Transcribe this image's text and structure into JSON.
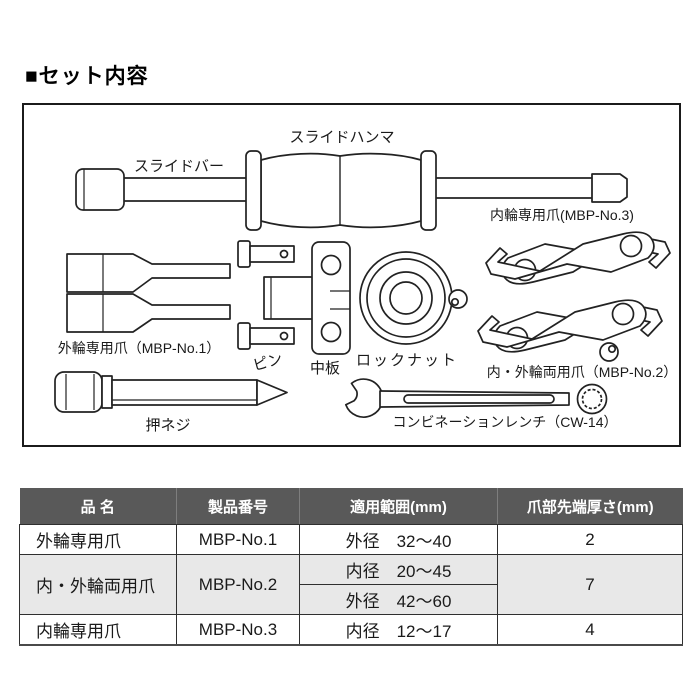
{
  "page": {
    "title": "■セット内容"
  },
  "colors": {
    "header_bg": "#595959",
    "header_text": "#ffffff",
    "row_alt_bg": "#e8e8e8",
    "line_color": "#222222"
  },
  "diagram": {
    "labels": {
      "slide_bar": "スライドバー",
      "slide_hammer": "スライドハンマ",
      "inner_claw": "内輪専用爪(MBP-No.3)",
      "outer_claw": "外輪専用爪（MBP-No.1）",
      "pin": "ピン",
      "middle_plate": "中板",
      "lock_nut": "ロックナット",
      "both_claw": "内・外輪両用爪（MBP-No.2）",
      "push_screw": "押ネジ",
      "wrench": "コンビネーションレンチ（CW-14）"
    }
  },
  "table": {
    "headers": [
      "品 名",
      "製品番号",
      "適用範囲(mm)",
      "爪部先端厚さ(mm)"
    ],
    "rows": [
      {
        "name": "外輪専用爪",
        "model": "MBP-No.1",
        "ranges": [
          "外径　32〜40"
        ],
        "thickness": "2"
      },
      {
        "name": "内・外輪両用爪",
        "model": "MBP-No.2",
        "ranges": [
          "内径　20〜45",
          "外径　42〜60"
        ],
        "thickness": "7"
      },
      {
        "name": "内輪専用爪",
        "model": "MBP-No.3",
        "ranges": [
          "内径　12〜17"
        ],
        "thickness": "4"
      }
    ]
  }
}
